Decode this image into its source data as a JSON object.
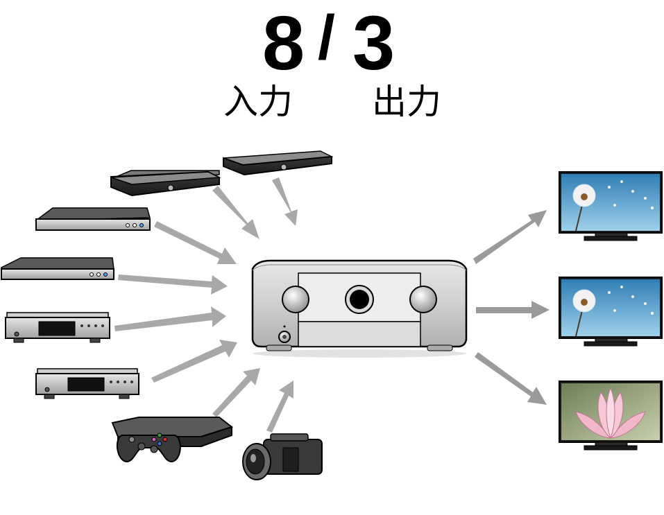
{
  "header": {
    "inputs_count": "8",
    "separator": "/",
    "outputs_count": "3",
    "inputs_label": "入力",
    "outputs_label": "出力"
  },
  "icons": {
    "sources": [
      "set-top-box-icon",
      "set-top-box-icon",
      "blu-ray-player-icon",
      "blu-ray-player-icon",
      "cd-player-icon",
      "cd-player-icon",
      "game-console-icon",
      "camcorder-icon"
    ],
    "hub": "av-receiver-icon",
    "outputs": [
      "tv-dandelion-icon",
      "tv-dandelion-icon",
      "tv-lotus-icon"
    ]
  },
  "colors": {
    "arrow": "#9a9a9a",
    "device_dark": "#3a3a3a",
    "receiver_silver": "#d6d6d6"
  }
}
